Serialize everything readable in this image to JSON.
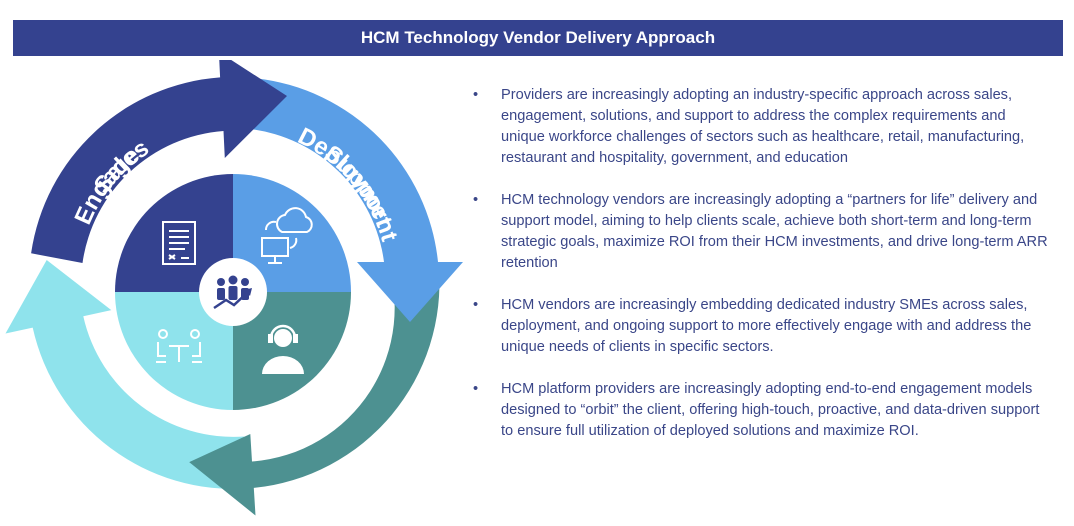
{
  "header": {
    "title": "HCM Technology Vendor Delivery Approach"
  },
  "cycle": {
    "segments": [
      {
        "label": "Sales",
        "color": "#34428f",
        "icon": "document-icon"
      },
      {
        "label": "Deployment",
        "color": "#5a9ee6",
        "icon": "cloud-computer-icon"
      },
      {
        "label": "Support",
        "color": "#4d9191",
        "icon": "headset-support-icon"
      },
      {
        "label": "Engage",
        "color": "#8fe3ec",
        "icon": "meeting-table-icon"
      }
    ],
    "center_icon": "team-growth-icon"
  },
  "bullets": [
    "Providers are increasingly adopting an industry-specific approach across sales, engagement, solutions, and support to address the complex requirements and unique workforce challenges of sectors such as healthcare, retail, manufacturing, restaurant and hospitality, government, and education",
    "HCM technology vendors are increasingly adopting a “partners for life” delivery and support model, aiming to help clients scale, achieve both short-term and long-term strategic goals, maximize ROI from their HCM investments, and drive long-term ARR retention",
    "HCM vendors are increasingly embedding dedicated industry SMEs across sales, deployment, and ongoing support to more effectively engage with and address the unique needs of clients in specific sectors.",
    "HCM platform providers are increasingly adopting end-to-end engagement models designed to “orbit” the client, offering high-touch, proactive, and data-driven support to ensure full utilization of deployed solutions and maximize ROI."
  ]
}
